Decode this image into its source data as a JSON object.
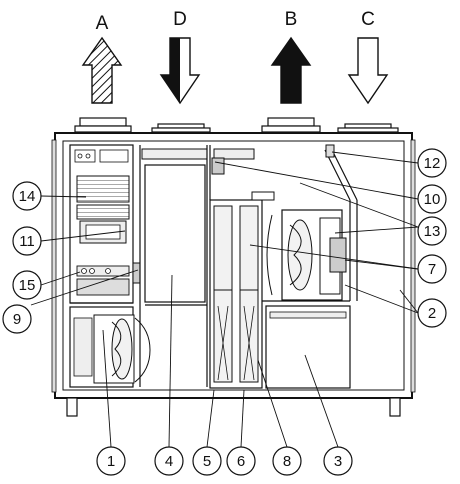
{
  "flow_arrows": [
    {
      "letter": "A",
      "direction": "up",
      "fill": "hatched"
    },
    {
      "letter": "D",
      "direction": "down",
      "fill": "black-white"
    },
    {
      "letter": "B",
      "direction": "up",
      "fill": "solid-black"
    },
    {
      "letter": "C",
      "direction": "down",
      "fill": "outline"
    }
  ],
  "callouts_left": [
    "14",
    "11",
    "15",
    "9"
  ],
  "callouts_right": [
    "12",
    "10",
    "13",
    "7",
    "2"
  ],
  "callouts_bottom": [
    "1",
    "4",
    "5",
    "6",
    "8",
    "3"
  ],
  "colors": {
    "line": "#111111",
    "fill_light": "#f2f2f2",
    "fill_mid": "#dcdcdc",
    "background": "#ffffff"
  }
}
